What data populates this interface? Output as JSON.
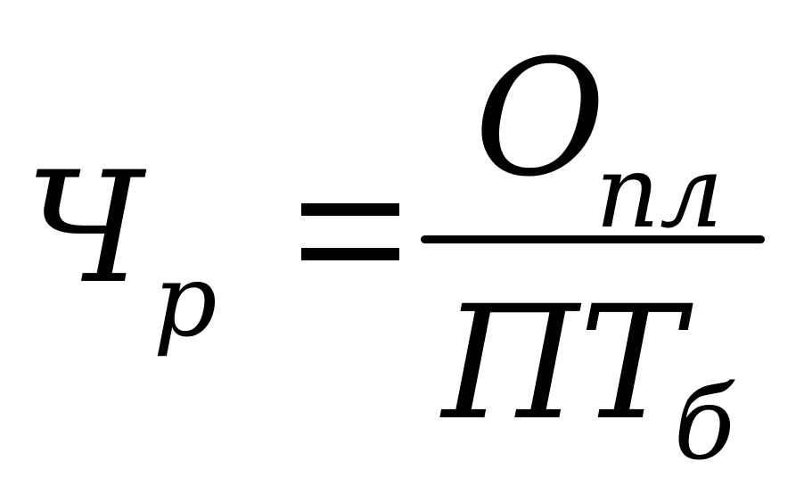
{
  "formula": {
    "lhs": {
      "main": "Ч",
      "subscript": "р"
    },
    "operator": "=",
    "fraction": {
      "numerator": {
        "main": "О",
        "subscript": "пл"
      },
      "denominator": {
        "main": "ПТ",
        "subscript": "б"
      }
    }
  }
}
